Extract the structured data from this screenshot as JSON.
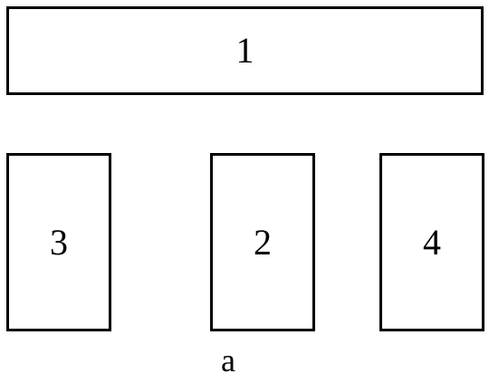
{
  "boxes": [
    {
      "label": "1"
    },
    {
      "label": "3"
    },
    {
      "label": "2"
    },
    {
      "label": "4"
    }
  ],
  "caption": "a"
}
